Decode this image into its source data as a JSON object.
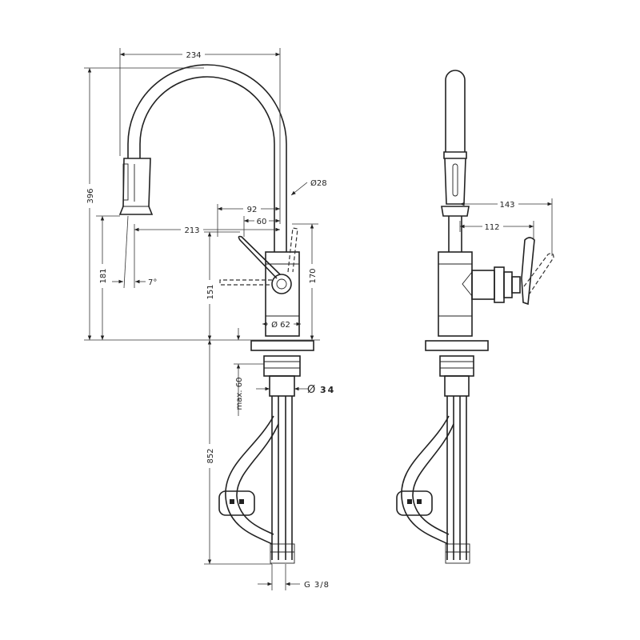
{
  "dimensions": {
    "width_234": "234",
    "height_396": "396",
    "spout_dia": "Ø28",
    "d92": "92",
    "d60": "60",
    "d213": "213",
    "d181": "181",
    "angle": "7°",
    "d151": "151",
    "d170": "170",
    "base_dia": "Ø 62",
    "max60": "max. 60",
    "shank_dia_symbol": "Ø",
    "shank_dia": "34",
    "hose_852": "852",
    "thread": "G 3/8",
    "d143": "143",
    "d112": "112"
  }
}
